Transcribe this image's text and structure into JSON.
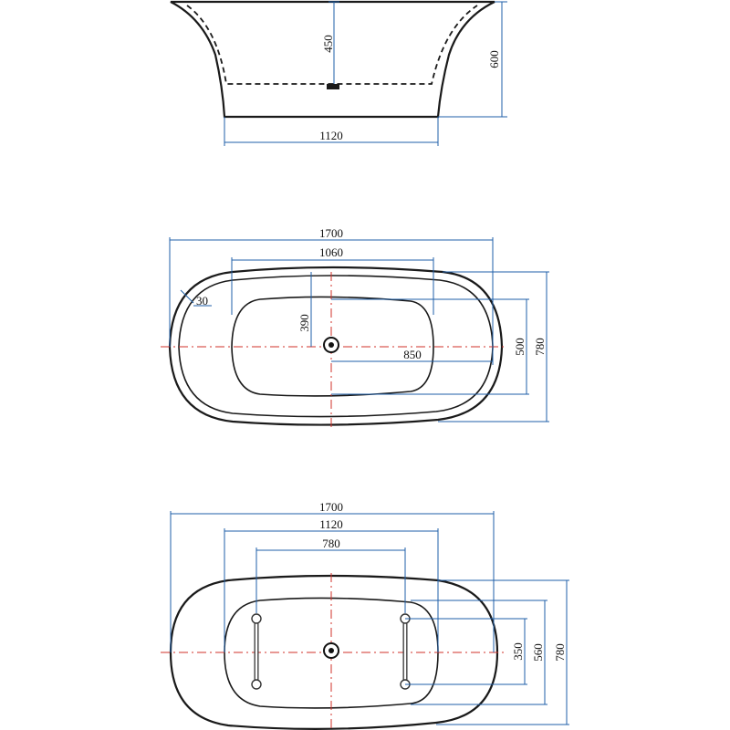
{
  "views": {
    "side": {
      "dim_height_inner": "450",
      "dim_height_total": "600",
      "dim_base_width": "1120"
    },
    "top": {
      "dim_length_total": "1700",
      "dim_inner_length": "1060",
      "dim_corner_radius": "30",
      "dim_drain_offset_y": "390",
      "dim_drain_offset_x": "850",
      "dim_inner_width": "500",
      "dim_width_total": "780"
    },
    "bottom": {
      "dim_length_total": "1700",
      "dim_base_length": "1120",
      "dim_feet_spacing": "780",
      "dim_feet_width": "350",
      "dim_base_width": "560",
      "dim_width_total": "780"
    }
  },
  "colors": {
    "outline": "#1a1a1a",
    "dimension": "#1f5fa8",
    "centerline": "#d0302a"
  }
}
